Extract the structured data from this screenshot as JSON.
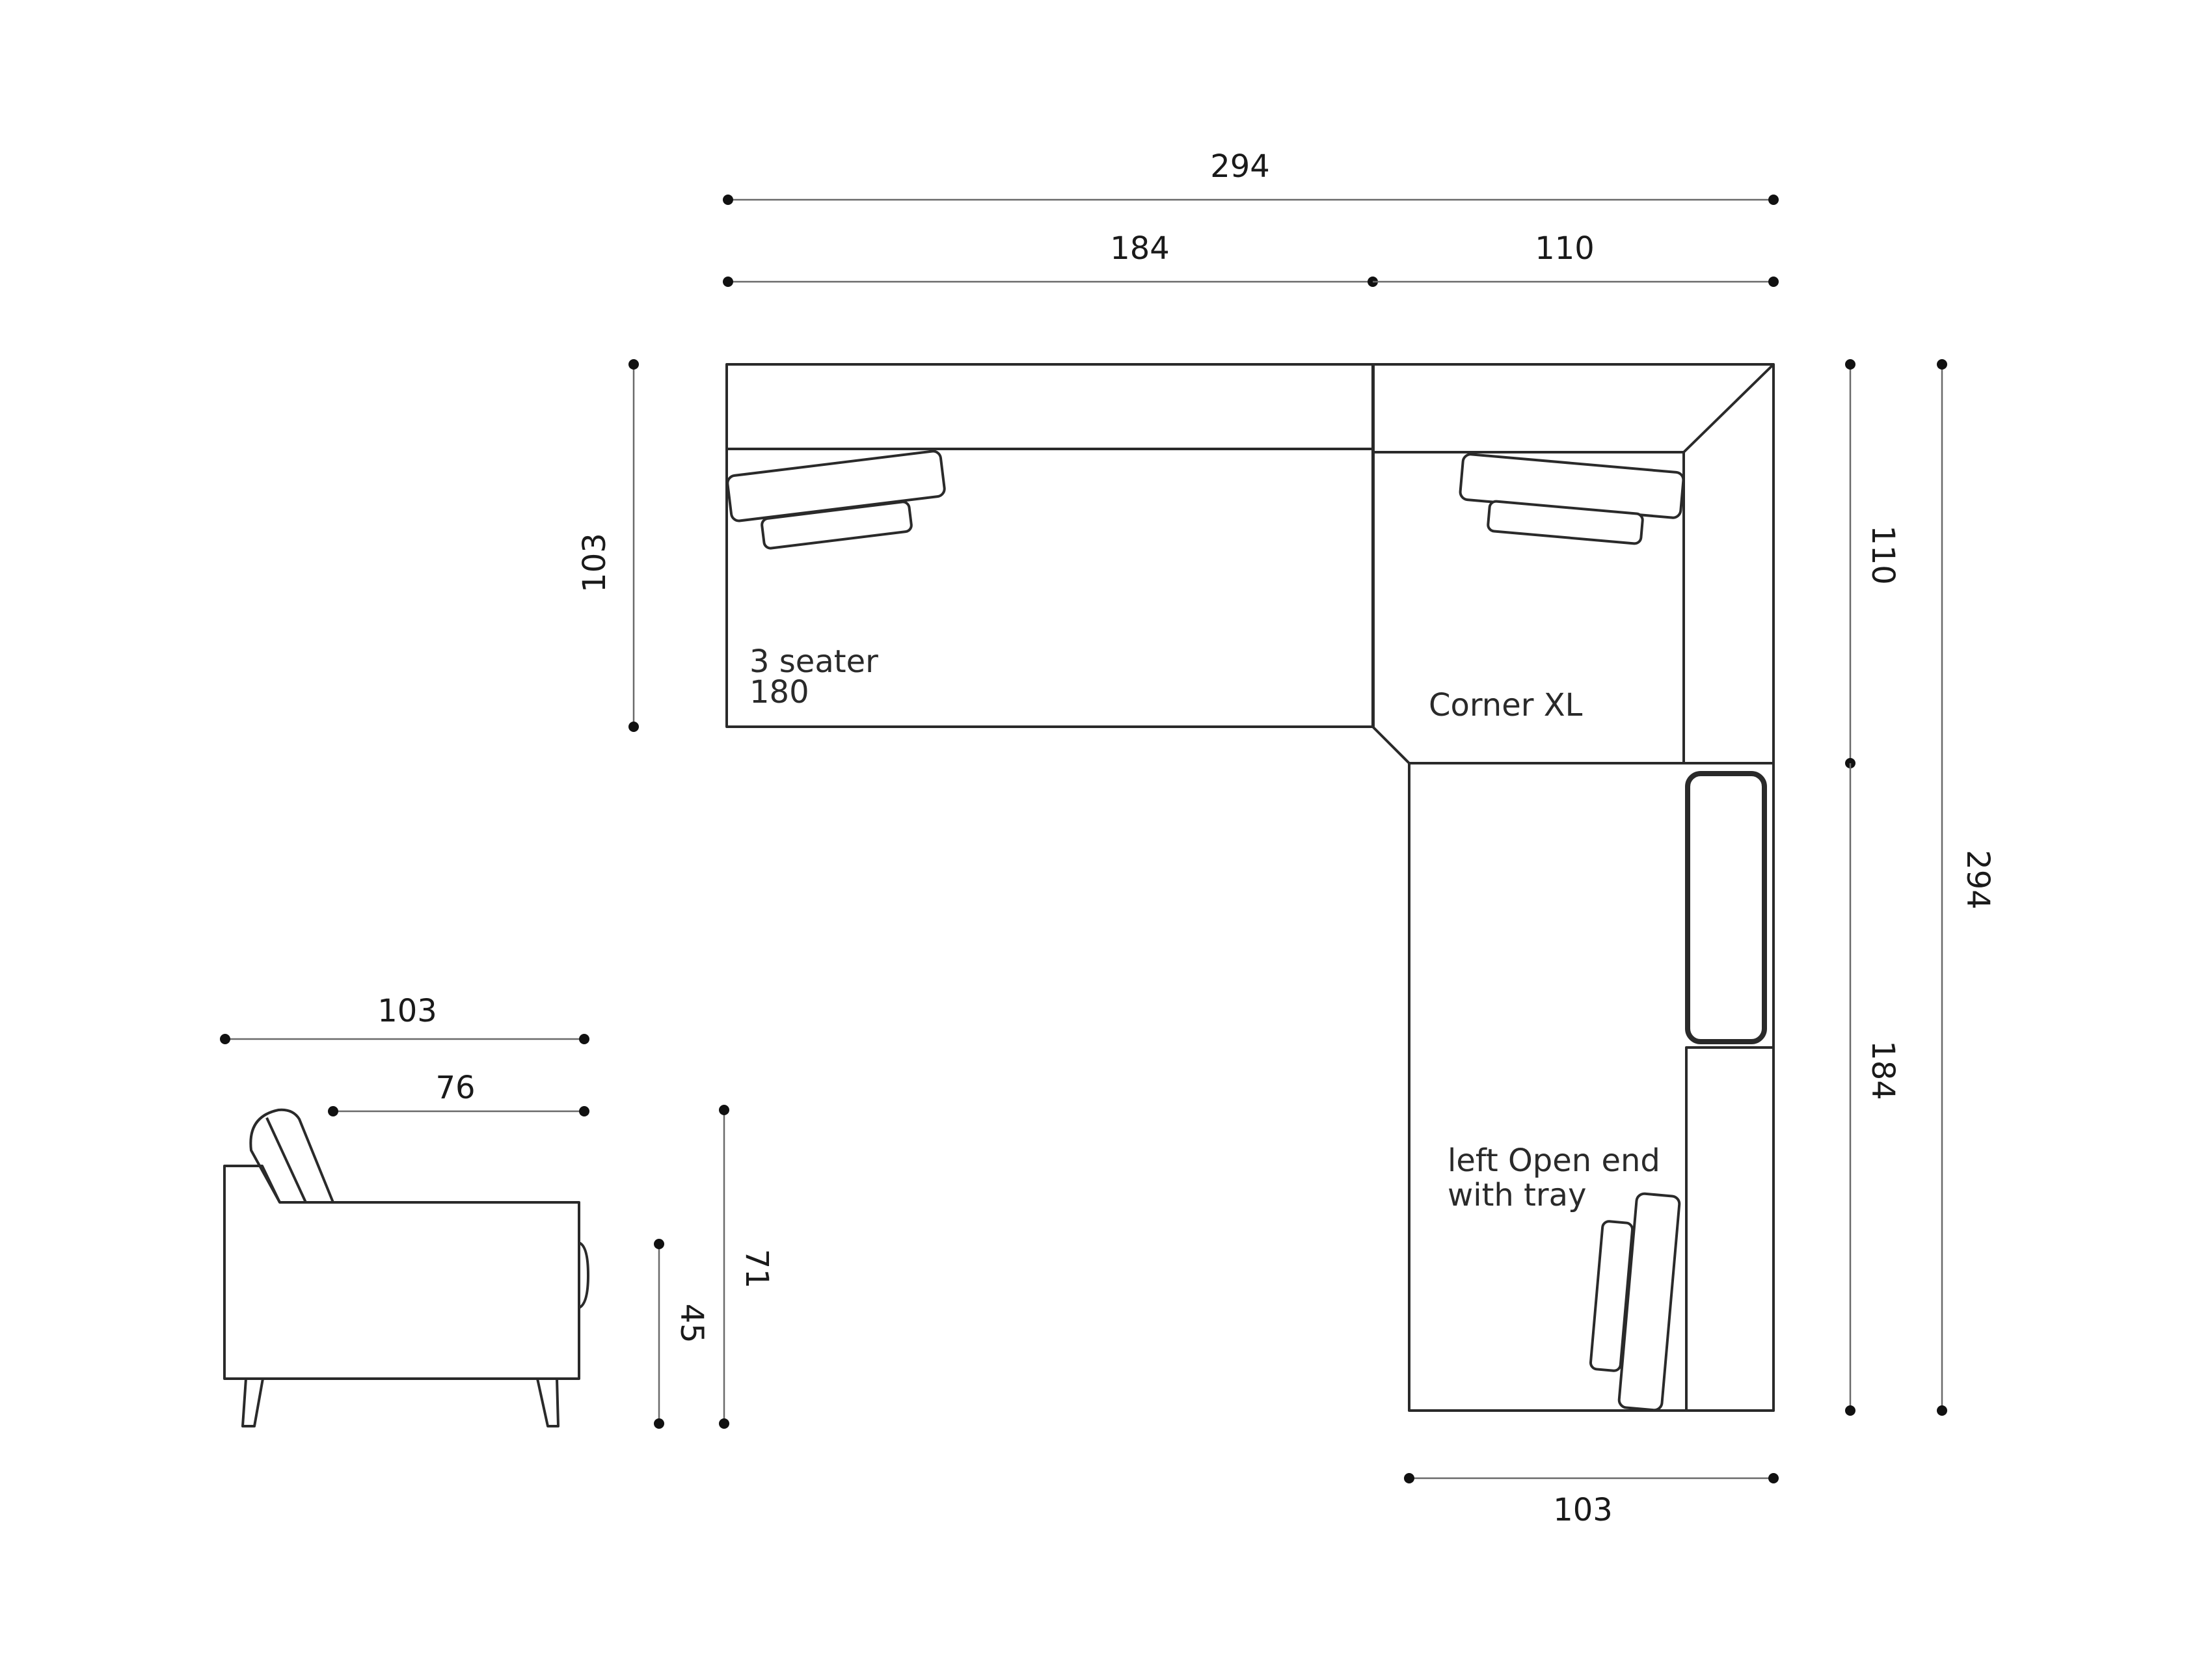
{
  "dimensions": {
    "top_total": "294",
    "top_left": "184",
    "top_right": "110",
    "left_depth": "103",
    "right_upper": "110",
    "right_total": "294",
    "right_lower": "184",
    "bottom_width": "103",
    "side_width": "103",
    "side_seat": "76",
    "side_height": "71",
    "side_seat_height": "45"
  },
  "modules": {
    "three_seater": {
      "line1": "3 seater",
      "line2": "180"
    },
    "corner": {
      "label": "Corner XL"
    },
    "open_end": {
      "line1": "left Open end",
      "line2": "with tray"
    }
  }
}
